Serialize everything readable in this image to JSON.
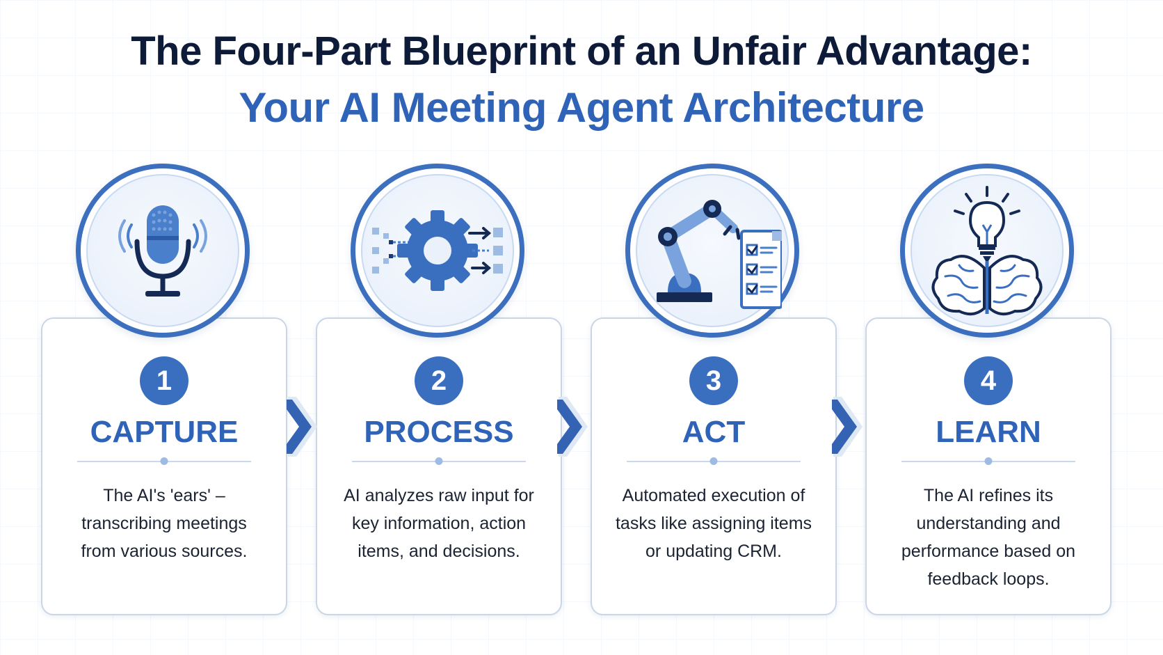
{
  "title_line1": "The Four-Part Blueprint of an Unfair Advantage:",
  "title_line2": "Your AI Meeting Agent Architecture",
  "colors": {
    "primary": "#3a6fc0",
    "title_dark": "#0e1b38",
    "accent": "#2f63b8",
    "border": "#c9d6e8"
  },
  "steps": [
    {
      "number": "1",
      "title": "CAPTURE",
      "description": "The AI's 'ears' – transcribing meetings from various sources.",
      "icon": "microphone-icon"
    },
    {
      "number": "2",
      "title": "PROCESS",
      "description": "AI analyzes raw input for key information, action items, and decisions.",
      "icon": "gear-icon"
    },
    {
      "number": "3",
      "title": "ACT",
      "description": "Automated execution of tasks like assigning items or updating CRM.",
      "icon": "robot-arm-checklist-icon"
    },
    {
      "number": "4",
      "title": "LEARN",
      "description": "The AI refines its understanding and performance based on feedback loops.",
      "icon": "brain-lightbulb-icon"
    }
  ]
}
